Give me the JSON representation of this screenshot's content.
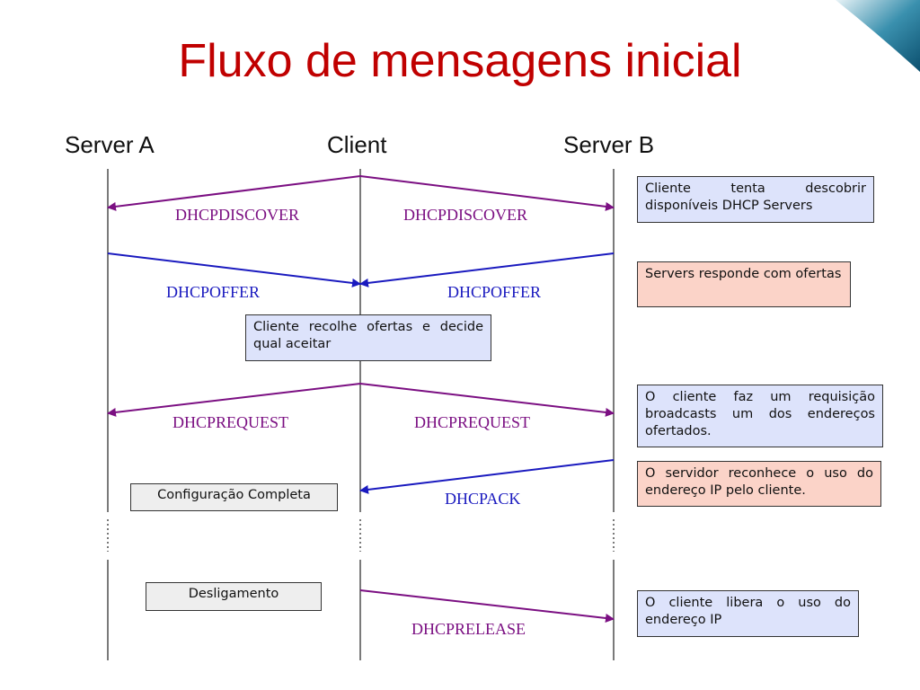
{
  "title": "Fluxo de mensagens inicial",
  "actors": {
    "server_a": "Server A",
    "client": "Client",
    "server_b": "Server B"
  },
  "messages": {
    "discover": "DHCPDISCOVER",
    "offer": "DHCPOFFER",
    "request": "DHCPREQUEST",
    "ack": "DHCPACK",
    "release": "DHCPRELEASE"
  },
  "notes": {
    "discover": "Cliente tenta descobrir disponíveis DHCP Servers",
    "offer": "Servers responde com ofertas",
    "collect": "Cliente recolhe ofertas e decide qual aceitar",
    "request": "O cliente faz um requisição broadcasts um dos endereços ofertados.",
    "ack": "O servidor reconhece o uso do endereço IP pelo cliente.",
    "config": "Configuração Completa",
    "shutdown": "Desligamento",
    "release": "O cliente libera o uso do endereço IP"
  },
  "colors": {
    "title": "#c00000",
    "purple": "#7b0f82",
    "blue": "#1a1abf",
    "note_blue": "#dde3fb",
    "note_pink": "#fbd3c8",
    "note_gray": "#eeeeee"
  }
}
